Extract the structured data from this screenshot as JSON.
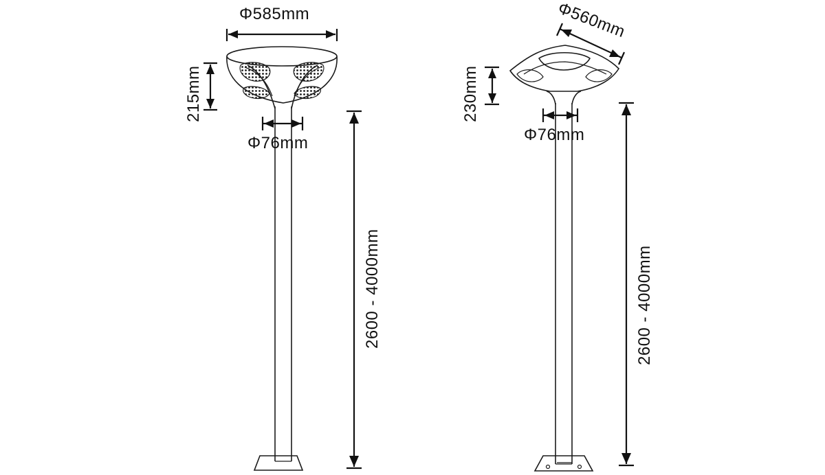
{
  "lamp_left": {
    "diameter_label": "Φ585mm",
    "head_height_label": "215mm",
    "pole_diameter_label": "Φ76mm",
    "pole_height_label": "2600 - 4000mm"
  },
  "lamp_right": {
    "diameter_label": "Φ560mm",
    "head_height_label": "230mm",
    "pole_diameter_label": "Φ76mm",
    "pole_height_label": "2600 - 4000mm"
  },
  "colors": {
    "line": "#1a1a1a",
    "background": "#ffffff"
  }
}
